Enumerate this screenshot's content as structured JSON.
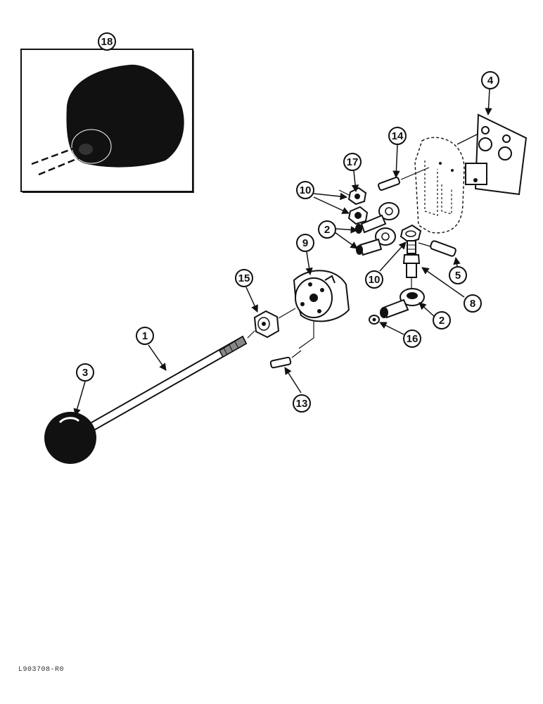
{
  "callouts": {
    "c18": "18",
    "c4": "4",
    "c14": "14",
    "c17": "17",
    "c10a": "10",
    "c2a": "2",
    "c9": "9",
    "c15": "15",
    "c10b": "10",
    "c5": "5",
    "c8": "8",
    "c2b": "2",
    "c16": "16",
    "c1": "1",
    "c3": "3",
    "c13": "13"
  },
  "figure_id": "L903708-R0",
  "colors": {
    "ink": "#111111",
    "paper": "#ffffff"
  }
}
